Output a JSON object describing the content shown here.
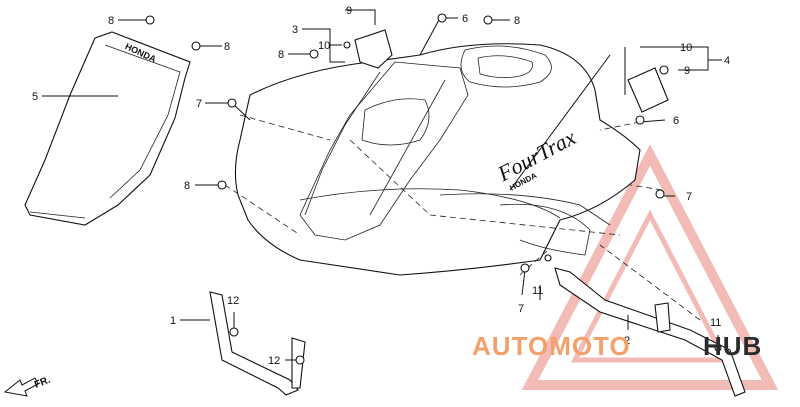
{
  "callouts": [
    "1",
    "2",
    "3",
    "4",
    "5",
    "6",
    "7",
    "8",
    "9",
    "10",
    "11",
    "12"
  ],
  "decals": {
    "side_brand": "HONDA",
    "tank_script": "FourTrax",
    "tank_brand": "HONDA"
  },
  "front_marker": "FR.",
  "watermark": {
    "text_left": "AUTOMOTO",
    "text_right": "HUB",
    "color_left": "#f5a06a",
    "color_right": "#2b2b2b",
    "triangle_color": "#e8857a"
  }
}
